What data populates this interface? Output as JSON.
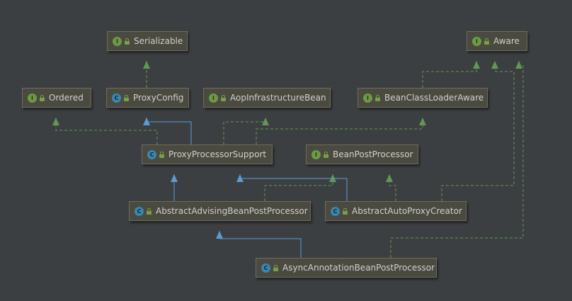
{
  "colors": {
    "background": "#3c3f41",
    "implements_edge": "#629755",
    "extends_edge": "#5b9bd5"
  },
  "nodes": [
    {
      "id": "serializable",
      "label": "Serializable",
      "kind": "I",
      "icon": "interface-icon"
    },
    {
      "id": "aware",
      "label": "Aware",
      "kind": "I",
      "icon": "interface-icon"
    },
    {
      "id": "ordered",
      "label": "Ordered",
      "kind": "I",
      "icon": "interface-icon"
    },
    {
      "id": "proxyconfig",
      "label": "ProxyConfig",
      "kind": "C",
      "icon": "class-icon"
    },
    {
      "id": "aopinfra",
      "label": "AopInfrastructureBean",
      "kind": "I",
      "icon": "interface-icon"
    },
    {
      "id": "beanclassloaderaware",
      "label": "BeanClassLoaderAware",
      "kind": "I",
      "icon": "interface-icon"
    },
    {
      "id": "proxyprocessorsupport",
      "label": "ProxyProcessorSupport",
      "kind": "C",
      "icon": "class-icon"
    },
    {
      "id": "beanpostprocessor",
      "label": "BeanPostProcessor",
      "kind": "I",
      "icon": "interface-icon"
    },
    {
      "id": "abstractadvising",
      "label": "AbstractAdvisingBeanPostProcessor",
      "kind": "C",
      "icon": "class-icon"
    },
    {
      "id": "abstractautoproxy",
      "label": "AbstractAutoProxyCreator",
      "kind": "C",
      "icon": "class-icon"
    },
    {
      "id": "asyncannotation",
      "label": "AsyncAnnotationBeanPostProcessor",
      "kind": "C",
      "icon": "class-icon"
    }
  ],
  "edges": [
    {
      "from": "proxyconfig",
      "to": "serializable",
      "type": "implements"
    },
    {
      "from": "beanclassloaderaware",
      "to": "aware",
      "type": "implements"
    },
    {
      "from": "proxyprocessorsupport",
      "to": "ordered",
      "type": "implements"
    },
    {
      "from": "proxyprocessorsupport",
      "to": "proxyconfig",
      "type": "extends"
    },
    {
      "from": "proxyprocessorsupport",
      "to": "aopinfra",
      "type": "implements"
    },
    {
      "from": "proxyprocessorsupport",
      "to": "beanclassloaderaware",
      "type": "implements"
    },
    {
      "from": "abstractadvising",
      "to": "proxyprocessorsupport",
      "type": "extends"
    },
    {
      "from": "abstractadvising",
      "to": "beanpostprocessor",
      "type": "implements"
    },
    {
      "from": "abstractautoproxy",
      "to": "proxyprocessorsupport",
      "type": "extends"
    },
    {
      "from": "abstractautoproxy",
      "to": "beanpostprocessor",
      "type": "implements"
    },
    {
      "from": "abstractautoproxy",
      "to": "aware",
      "type": "implements"
    },
    {
      "from": "asyncannotation",
      "to": "abstractadvising",
      "type": "extends"
    },
    {
      "from": "asyncannotation",
      "to": "aware",
      "type": "implements"
    }
  ]
}
